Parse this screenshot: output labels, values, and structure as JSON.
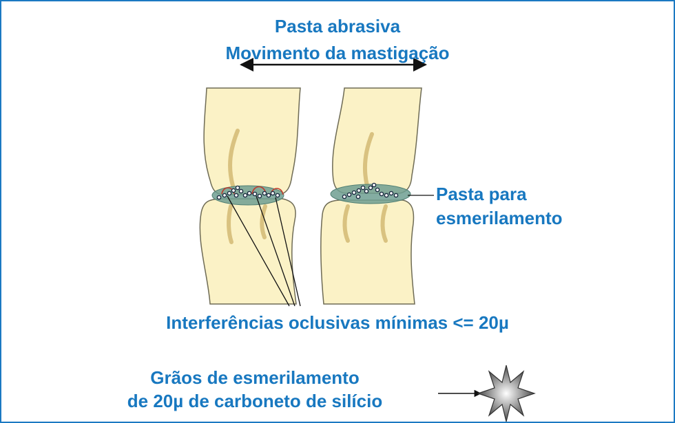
{
  "title": {
    "line1": "Pasta abrasiva",
    "line2": "Movimento da mastigação"
  },
  "callout": {
    "line1": "Pasta para",
    "line2": "esmerilamento"
  },
  "interference_label": "Interferências oclusivas mínimas <= 20µ",
  "grains_label": {
    "line1": "Grãos de esmerilamento",
    "line2": "de 20µ de carboneto de silício"
  },
  "colors": {
    "frame": "#1b79c2",
    "text": "#1878c0",
    "tooth": "#fbf2c6",
    "tooth_outline": "#6e6b55",
    "root_canal": "#d9c280",
    "paste": "#6f9f92"
  },
  "icons": [
    "double-arrow-icon",
    "carbide-grain-icon"
  ]
}
